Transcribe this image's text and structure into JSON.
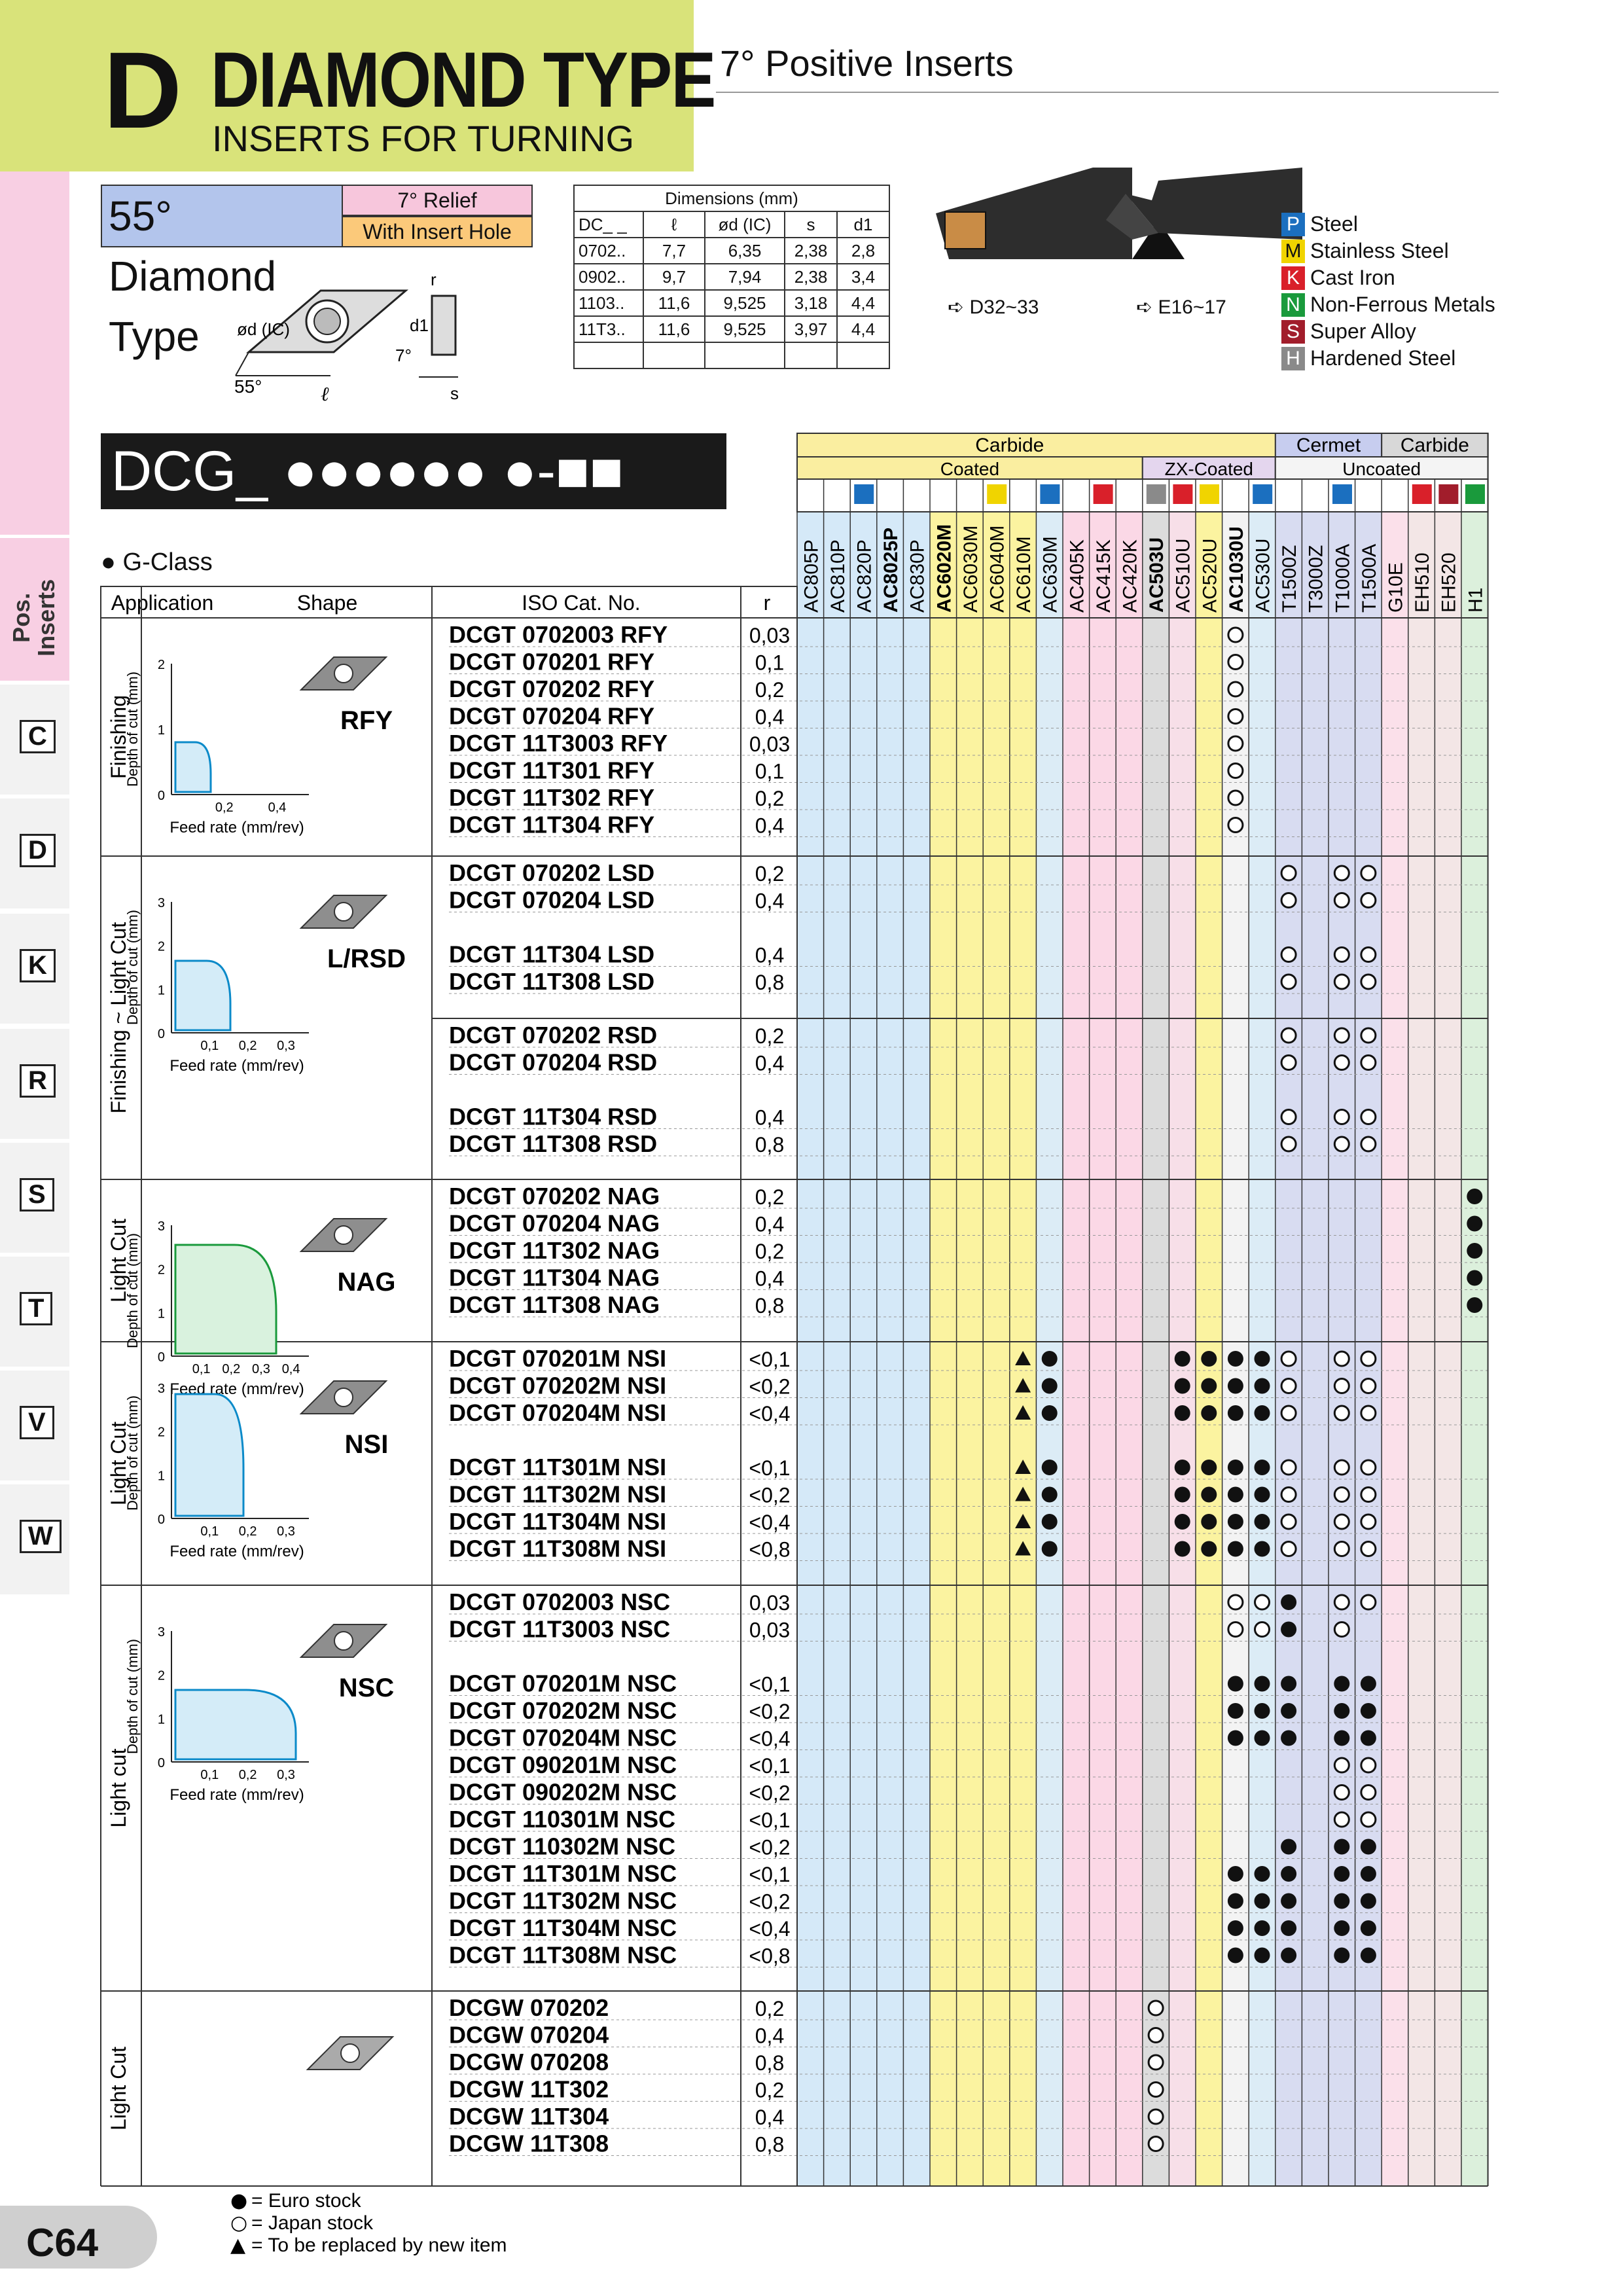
{
  "header": {
    "letter": "D",
    "title": "DIAMOND TYPE",
    "subtitle": "INSERTS FOR TURNING",
    "right_title": "7° Positive Inserts"
  },
  "side": {
    "pos_inserts": "Pos.\nInserts",
    "tabs": [
      "C",
      "D",
      "K",
      "R",
      "S",
      "T",
      "V",
      "W"
    ]
  },
  "page_number": "C64",
  "type_box": {
    "name": "55° Diamond Type",
    "relief": "7° Relief",
    "hole": "With Insert Hole",
    "angle": "55°",
    "angle7": "7°",
    "d_label": "ød",
    "ic": "(IC)",
    "l": "ℓ",
    "s": "s",
    "r": "r",
    "d1": "d1"
  },
  "dims": {
    "caption": "Dimensions (mm)",
    "headers": [
      "DC_ _",
      "ℓ",
      "ød (IC)",
      "s",
      "d1"
    ],
    "rows": [
      [
        "0702..",
        "7,7",
        "6,35",
        "2,38",
        "2,8"
      ],
      [
        "0902..",
        "9,7",
        "7,94",
        "2,38",
        "3,4"
      ],
      [
        "1103..",
        "11,6",
        "9,525",
        "3,18",
        "4,4"
      ],
      [
        "11T3..",
        "11,6",
        "9,525",
        "3,97",
        "4,4"
      ],
      [
        "",
        "",
        "",
        "",
        ""
      ]
    ]
  },
  "holders": [
    {
      "label": "D32~33"
    },
    {
      "label": "E16~17"
    }
  ],
  "materials": [
    {
      "code": "P",
      "name": "Steel",
      "color": "#1b6fbf"
    },
    {
      "code": "M",
      "name": "Stainless Steel",
      "color": "#f0d400"
    },
    {
      "code": "K",
      "name": "Cast Iron",
      "color": "#d9202a"
    },
    {
      "code": "N",
      "name": "Non-Ferrous Metals",
      "color": "#1a9a3c"
    },
    {
      "code": "S",
      "name": "Super Alloy",
      "color": "#a11d2b"
    },
    {
      "code": "H",
      "name": "Hardened Steel",
      "color": "#8a8a8a"
    }
  ],
  "dcg_code": "DCG_ ●●●●●● ●-■■",
  "gclass": "● G-Class",
  "table_head": {
    "application": "Application",
    "shape": "Shape",
    "iso": "ISO Cat. No.",
    "r": "r"
  },
  "groups_head": {
    "carbide": "Carbide",
    "coated": "Coated",
    "cermet": "Cermet",
    "carbide2": "Carbide",
    "zx": "ZX-Coated",
    "uncoated": "Uncoated"
  },
  "grades": [
    "AC805P",
    "AC810P",
    "AC820P",
    "AC8025P",
    "AC830P",
    "AC6020M",
    "AC6030M",
    "AC6040M",
    "AC610M",
    "AC630M",
    "AC405K",
    "AC415K",
    "AC420K",
    "AC503U",
    "AC510U",
    "AC520U",
    "AC1030U",
    "AC530U",
    "T1500Z",
    "T3000Z",
    "T1000A",
    "T1500A",
    "G10E",
    "EH510",
    "EH520",
    "H1"
  ],
  "chart_labels": {
    "ylabel": "Depth of cut (mm)",
    "xlabel": "Feed rate (mm/rev)"
  },
  "sections": [
    {
      "app": "Finishing",
      "chip": "RFY",
      "ticks_x": [
        "0,2",
        "0,4"
      ],
      "ticks_y": [
        "2",
        "1",
        "0"
      ],
      "rows": [
        [
          "DCGT 0702003 RFY",
          "0,03"
        ],
        [
          "DCGT 070201 RFY",
          "0,1"
        ],
        [
          "DCGT 070202 RFY",
          "0,2"
        ],
        [
          "DCGT 070204 RFY",
          "0,4"
        ],
        [
          "DCGT 11T3003 RFY",
          "0,03"
        ],
        [
          "DCGT 11T301 RFY",
          "0,1"
        ],
        [
          "DCGT 11T302 RFY",
          "0,2"
        ],
        [
          "DCGT 11T304 RFY",
          "0,4"
        ]
      ]
    },
    {
      "app": "Finishing ~ Light Cut",
      "chip": "L/RSD",
      "ticks_x": [
        "0,1",
        "0,2",
        "0,3"
      ],
      "ticks_y": [
        "3",
        "2",
        "1",
        "0"
      ],
      "rows": [
        [
          "DCGT 070202 LSD",
          "0,2"
        ],
        [
          "DCGT 070204 LSD",
          "0,4"
        ],
        [
          "",
          ""
        ],
        [
          "DCGT 11T304 LSD",
          "0,4"
        ],
        [
          "DCGT 11T308 LSD",
          "0,8"
        ],
        [
          "DCGT 070202 RSD",
          "0,2"
        ],
        [
          "DCGT 070204 RSD",
          "0,4"
        ],
        [
          "",
          ""
        ],
        [
          "DCGT 11T304 RSD",
          "0,4"
        ],
        [
          "DCGT 11T308 RSD",
          "0,8"
        ]
      ]
    },
    {
      "app": "Light Cut",
      "chip": "NAG",
      "ticks_x": [
        "0,1",
        "0,2",
        "0,3",
        "0,4"
      ],
      "ticks_y": [
        "3",
        "2",
        "1",
        "0"
      ],
      "rows": [
        [
          "DCGT 070202 NAG",
          "0,2"
        ],
        [
          "DCGT 070204 NAG",
          "0,4"
        ],
        [
          "DCGT 11T302 NAG",
          "0,2"
        ],
        [
          "DCGT 11T304 NAG",
          "0,4"
        ],
        [
          "DCGT 11T308 NAG",
          "0,8"
        ]
      ]
    },
    {
      "app": "Light Cut",
      "chip": "NSI",
      "ticks_x": [
        "0,1",
        "0,2",
        "0,3"
      ],
      "ticks_y": [
        "3",
        "2",
        "1",
        "0"
      ],
      "rows": [
        [
          "DCGT 070201M NSI",
          "<0,1"
        ],
        [
          "DCGT 070202M NSI",
          "<0,2"
        ],
        [
          "DCGT 070204M NSI",
          "<0,4"
        ],
        [
          "",
          ""
        ],
        [
          "DCGT 11T301M NSI",
          "<0,1"
        ],
        [
          "DCGT 11T302M NSI",
          "<0,2"
        ],
        [
          "DCGT 11T304M NSI",
          "<0,4"
        ],
        [
          "DCGT 11T308M NSI",
          "<0,8"
        ]
      ]
    },
    {
      "app": "Light cut",
      "chip": "NSC",
      "ticks_x": [
        "0,1",
        "0,2",
        "0,3"
      ],
      "ticks_y": [
        "3",
        "2",
        "1",
        "0"
      ],
      "rows": [
        [
          "DCGT 0702003 NSC",
          "0,03"
        ],
        [
          "DCGT 11T3003 NSC",
          "0,03"
        ],
        [
          "",
          ""
        ],
        [
          "DCGT 070201M NSC",
          "<0,1"
        ],
        [
          "DCGT 070202M NSC",
          "<0,2"
        ],
        [
          "DCGT 070204M NSC",
          "<0,4"
        ],
        [
          "DCGT 090201M NSC",
          "<0,1"
        ],
        [
          "DCGT 090202M NSC",
          "<0,2"
        ],
        [
          "DCGT 110301M NSC",
          "<0,1"
        ],
        [
          "DCGT 110302M NSC",
          "<0,2"
        ],
        [
          "DCGT 11T301M NSC",
          "<0,1"
        ],
        [
          "DCGT 11T302M NSC",
          "<0,2"
        ],
        [
          "DCGT 11T304M NSC",
          "<0,4"
        ],
        [
          "DCGT 11T308M NSC",
          "<0,8"
        ]
      ]
    },
    {
      "app": "Light Cut",
      "chip": "",
      "ticks_x": [],
      "ticks_y": [],
      "rows": [
        [
          "DCGW 070202",
          "0,2"
        ],
        [
          "DCGW 070204",
          "0,4"
        ],
        [
          "DCGW 070208",
          "0,8"
        ],
        [
          "DCGW 11T302",
          "0,2"
        ],
        [
          "DCGW 11T304",
          "0,4"
        ],
        [
          "DCGW 11T308",
          "0,8"
        ]
      ]
    }
  ],
  "stock_marks": {
    "0": [
      [
        16
      ],
      [
        16
      ],
      [
        16
      ],
      [
        16
      ],
      [
        16
      ],
      [
        16
      ],
      [
        16
      ],
      [
        16
      ]
    ],
    "1": [
      [
        18,
        20,
        21
      ],
      [
        18,
        20,
        21
      ],
      [],
      [
        18,
        20,
        21
      ],
      [
        18,
        20,
        21
      ],
      [
        18,
        20,
        21
      ],
      [
        18,
        20,
        21
      ],
      [],
      [
        18,
        20,
        21
      ],
      [
        18,
        20,
        21
      ]
    ],
    "2": [
      [
        25
      ],
      [
        25
      ],
      [
        25
      ],
      [
        25
      ],
      [
        25
      ]
    ],
    "3": [
      [
        8,
        9,
        14,
        15,
        16,
        17,
        18,
        20,
        21
      ],
      [
        8,
        9,
        14,
        15,
        16,
        17,
        18,
        20,
        21
      ],
      [
        8,
        9,
        14,
        15,
        16,
        17,
        18,
        20,
        21
      ],
      [],
      [
        8,
        9,
        14,
        15,
        16,
        17,
        18,
        20,
        21
      ],
      [
        8,
        9,
        14,
        15,
        16,
        17,
        18,
        20,
        21
      ],
      [
        8,
        9,
        14,
        15,
        16,
        17,
        18,
        20,
        21
      ],
      [
        8,
        9,
        14,
        15,
        16,
        17,
        18,
        20,
        21
      ]
    ],
    "4": [
      [
        16,
        17,
        18,
        20,
        21
      ],
      [
        16,
        17,
        18,
        20
      ],
      [],
      [
        16,
        17,
        18,
        20,
        21
      ],
      [
        16,
        17,
        18,
        20,
        21
      ],
      [
        16,
        17,
        18,
        20,
        21
      ],
      [
        20,
        21
      ],
      [
        20,
        21
      ],
      [
        20,
        21
      ],
      [
        18,
        20,
        21
      ],
      [
        16,
        17,
        18,
        20,
        21
      ],
      [
        16,
        17,
        18,
        20,
        21
      ],
      [
        16,
        17,
        18,
        20,
        21
      ],
      [
        16,
        17,
        18,
        20,
        21
      ]
    ],
    "5": [
      [
        13
      ],
      [
        13
      ],
      [
        13
      ],
      [
        13
      ],
      [
        13
      ],
      [
        13
      ]
    ]
  },
  "stock_types": {
    "0": "o",
    "1": "o",
    "2": "f",
    "3": {
      "8": "t",
      "9": "f",
      "14": "f",
      "15": "f",
      "16": "f",
      "17": "f",
      "18": "o",
      "20": "o",
      "21": "o"
    },
    "4": {
      "r0": {
        "16": "o",
        "17": "o",
        "18": "f",
        "20": "o",
        "21": "o"
      },
      "r1": {
        "16": "o",
        "17": "o",
        "18": "f",
        "20": "o"
      },
      "solid": "f",
      "r6": "o",
      "r7": "o",
      "r8": "o",
      "r9": {
        "18": "f",
        "20": "f",
        "21": "f"
      }
    },
    "5": "o"
  },
  "legend": [
    {
      "sym": "●",
      "text": "= Euro stock"
    },
    {
      "sym": "○",
      "text": "= Japan stock"
    },
    {
      "sym": "▲",
      "text": "= To be replaced by new item"
    }
  ]
}
